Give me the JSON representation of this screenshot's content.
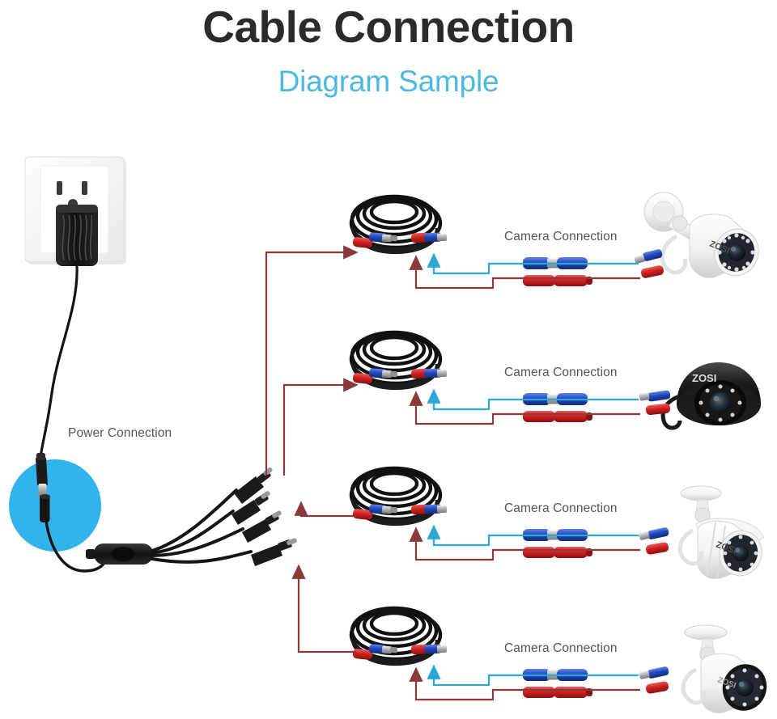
{
  "page": {
    "title": "Cable Connection",
    "subtitle": "Diagram Sample",
    "background_color": "#ffffff",
    "title_color": "#2b2b2b",
    "subtitle_color": "#4db8e0"
  },
  "labels": {
    "power_connection": "Power Connection",
    "camera_connection": "Camera Connection"
  },
  "colors": {
    "accent_blue": "#4db8e0",
    "highlight_circle": "#31b3ec",
    "power_arrow": "#8b3a3a",
    "video_arrow": "#2ba8d8",
    "connector_red": "#d32f2f",
    "connector_blue": "#2453c4",
    "cable_black": "#1a1a1a"
  },
  "power_source": {
    "name": "wall-outlet",
    "adapter": "power-adapter",
    "caption": "Power Connection"
  },
  "splitter": {
    "name": "4-way-power-splitter",
    "outputs": 4
  },
  "channels": [
    {
      "index": 1,
      "cable_label": "bnc-power-cable-coil",
      "camera_caption": "Camera Connection",
      "camera_type": "bullet",
      "camera_color": "white",
      "camera_brand": "ZOSI"
    },
    {
      "index": 2,
      "cable_label": "bnc-power-cable-coil",
      "camera_caption": "Camera Connection",
      "camera_type": "dome",
      "camera_color": "black",
      "camera_brand": "ZOSI"
    },
    {
      "index": 3,
      "cable_label": "bnc-power-cable-coil",
      "camera_caption": "Camera Connection",
      "camera_type": "bullet",
      "camera_color": "white",
      "camera_brand": "ZOSI"
    },
    {
      "index": 4,
      "cable_label": "bnc-power-cable-coil",
      "camera_caption": "Camera Connection",
      "camera_type": "bullet",
      "camera_color": "white",
      "camera_brand": "ZOSI"
    }
  ]
}
